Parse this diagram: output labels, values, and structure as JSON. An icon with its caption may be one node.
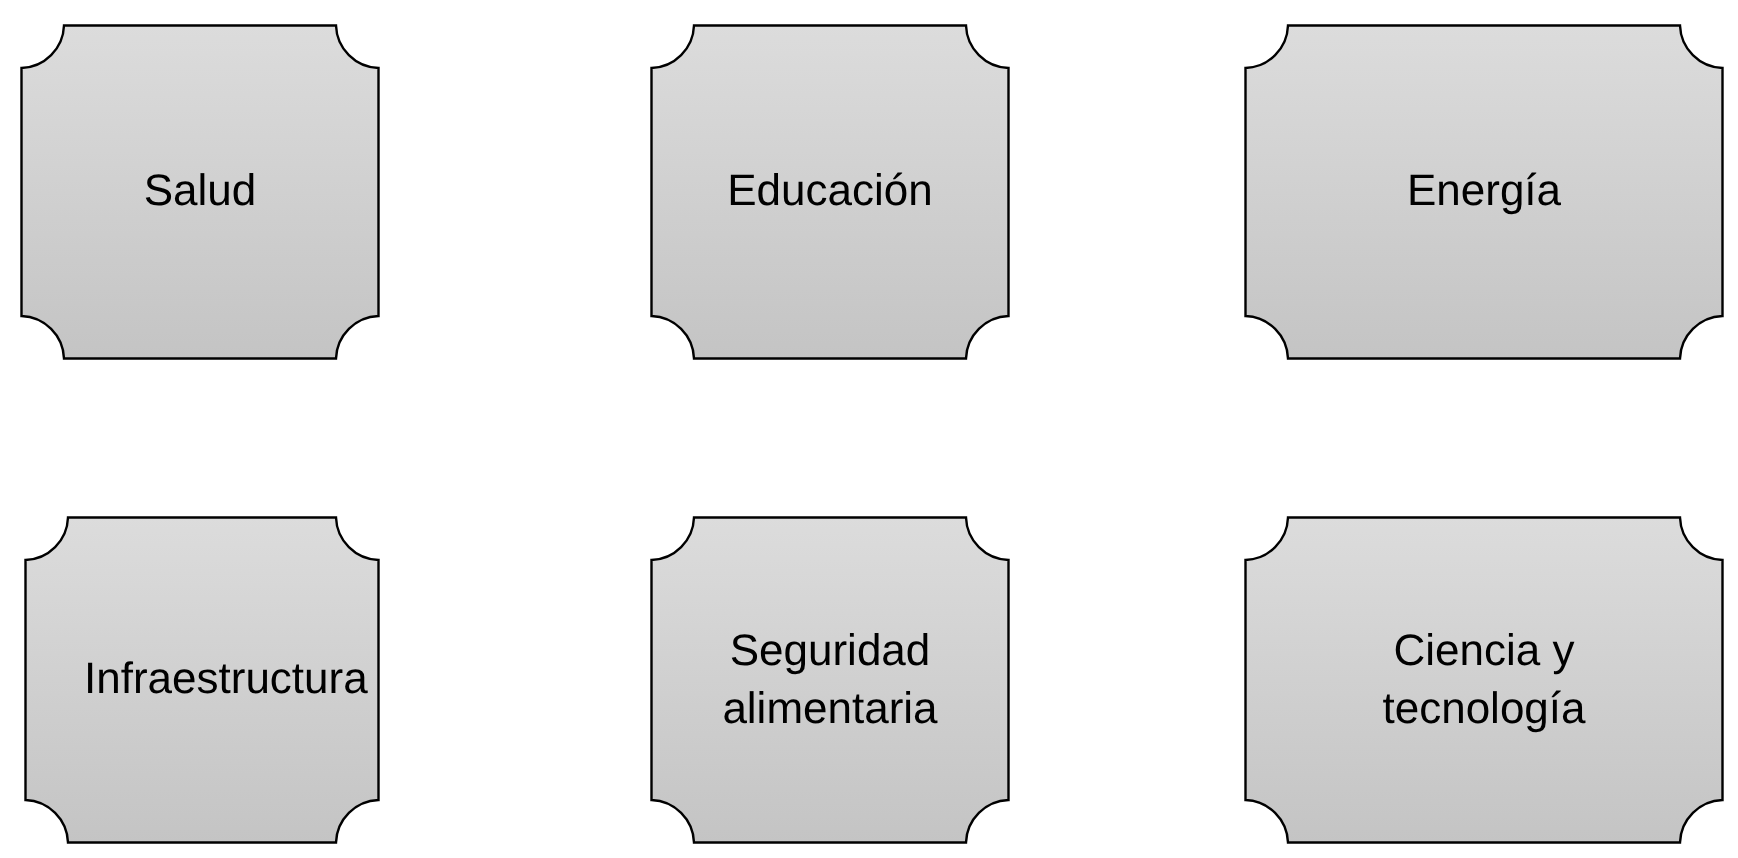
{
  "diagram": {
    "nodes": [
      {
        "text": [
          "Salud"
        ]
      },
      {
        "text": [
          "Educación"
        ]
      },
      {
        "text": [
          "Energía"
        ]
      },
      {
        "text": [
          "Infraestructura"
        ]
      },
      {
        "text": [
          "Seguridad alimentaria"
        ]
      },
      {
        "text": [
          "Ciencia y tecnología"
        ]
      }
    ]
  }
}
